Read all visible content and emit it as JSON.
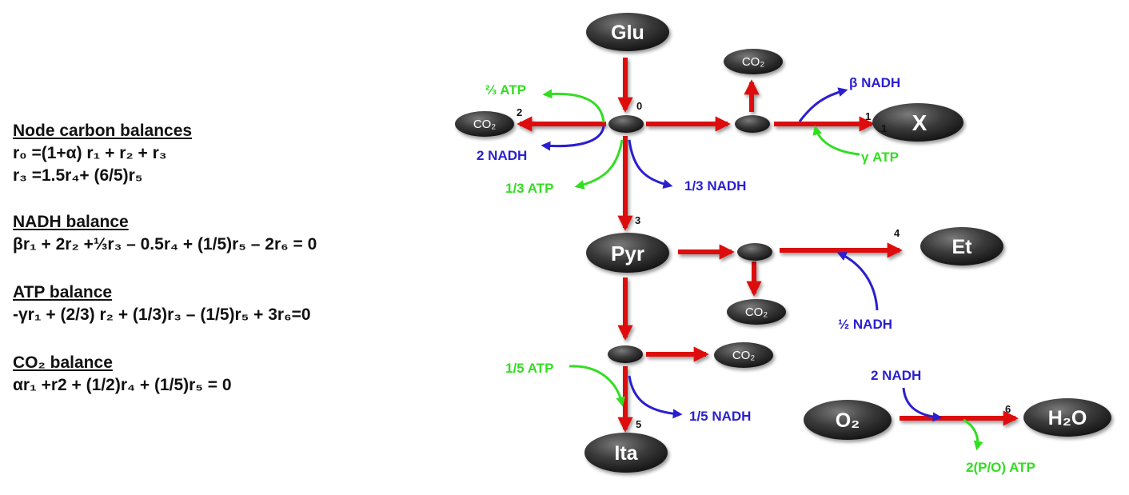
{
  "equations": {
    "carbon": {
      "title": "Node carbon balances",
      "line1": "r₀ =(1+α) r₁ + r₂  + r₃",
      "line2": "r₃ =1.5r₄+ (6/5)r₅"
    },
    "nadh": {
      "title": "NADH balance",
      "line1": "βr₁ + 2r₂ +⅓r₃ – 0.5r₄ + (1/5)r₅ – 2r₆ = 0"
    },
    "atp": {
      "title": "ATP balance",
      "line1": "-γr₁ + (2/3) r₂ + (1/3)r₃ – (1/5)r₅ + 3r₆=0"
    },
    "co2": {
      "title": "CO₂ balance",
      "line1": "αr₁ +r2 + (1/2)r₄ + (1/5)r₅ = 0"
    }
  },
  "nodes": {
    "glu": "Glu",
    "x": "X",
    "pyr": "Pyr",
    "et": "Et",
    "ita": "Ita",
    "o2": "O₂",
    "h2o": "H₂O",
    "co2": "CO₂"
  },
  "cofactors": {
    "atp_two_thirds": "⅔ ATP",
    "nadh_2": "2 NADH",
    "atp_one_third": "1/3 ATP",
    "nadh_one_third": "1/3 NADH",
    "nadh_beta": "β NADH",
    "atp_gamma": "γ ATP",
    "nadh_half": "½ NADH",
    "atp_one_fifth": "1/5 ATP",
    "nadh_one_fifth": "1/5 NADH",
    "nadh_2_resp": "2 NADH",
    "atp_po": "2(P/O) ATP"
  },
  "flux_numbers": {
    "r0": "0",
    "r1": "1",
    "r1_sub": "1",
    "r2": "2",
    "r3": "3",
    "r4": "4",
    "r5": "5",
    "r6": "6"
  },
  "colors": {
    "flux_arrow": "#dd1111",
    "atp": "#33dd22",
    "nadh": "#2a1fd0",
    "node": "#3a3a3a"
  }
}
